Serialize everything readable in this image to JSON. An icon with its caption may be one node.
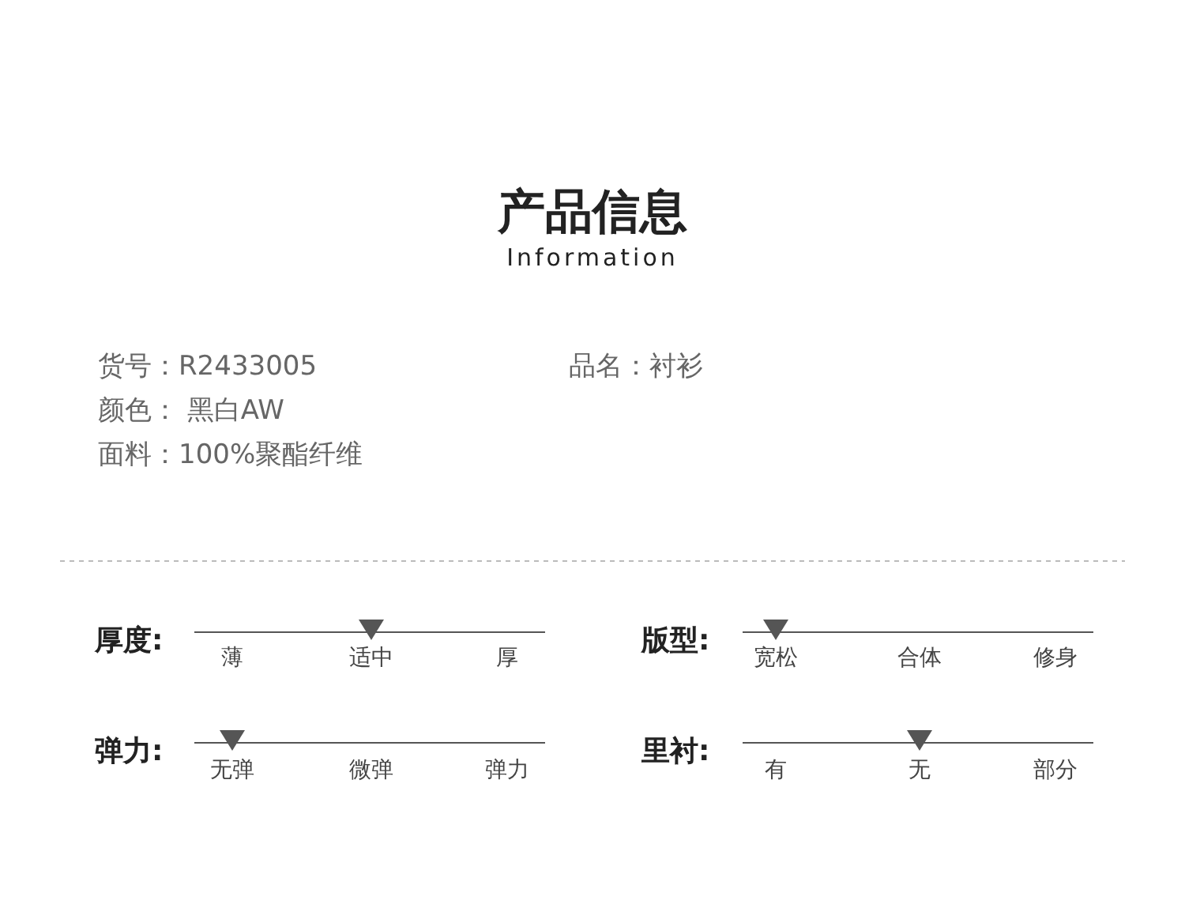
{
  "diagram": {
    "title": "产品信息",
    "labels": [
      "Information",
      "货号：R2433005",
      "品名：衬衫",
      "颜色： 黑白AW",
      "面料：100%聚酯纤维",
      "厚度:",
      "薄",
      "适中",
      "厚",
      "版型:",
      "宽松",
      "合体",
      "修身",
      "弹力:",
      "无弹",
      "微弹",
      "弹力",
      "里衬:",
      "有",
      "无",
      "部分"
    ]
  }
}
